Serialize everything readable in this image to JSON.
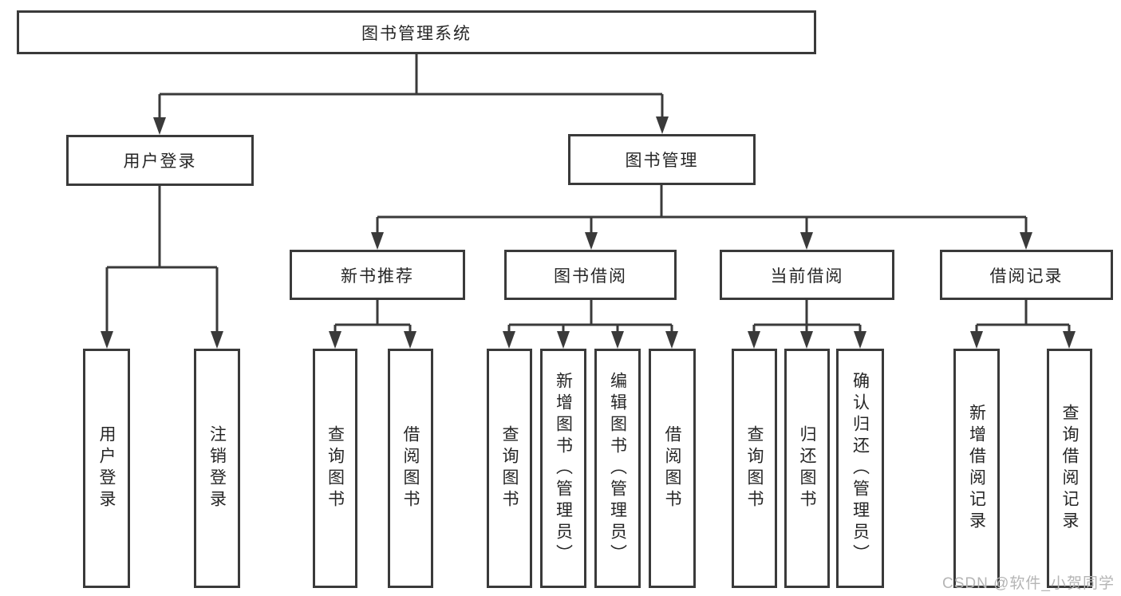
{
  "colors": {
    "line": "#3a3a3a",
    "text": "#262626",
    "background": "#ffffff",
    "watermark": "#b5b5b5"
  },
  "tree": {
    "root": {
      "label": "图书管理系统"
    },
    "level2": [
      {
        "label": "用户登录",
        "children": [
          {
            "label": "用户登录"
          },
          {
            "label": "注销登录"
          }
        ]
      },
      {
        "label": "图书管理",
        "children": [
          {
            "label": "新书推荐",
            "children": [
              {
                "label": "查询图书"
              },
              {
                "label": "借阅图书"
              }
            ]
          },
          {
            "label": "图书借阅",
            "children": [
              {
                "label": "查询图书"
              },
              {
                "label": "新增图书（管理员）"
              },
              {
                "label": "编辑图书（管理员）"
              },
              {
                "label": "借阅图书"
              }
            ]
          },
          {
            "label": "当前借阅",
            "children": [
              {
                "label": "查询图书"
              },
              {
                "label": "归还图书"
              },
              {
                "label": "确认归还（管理员）"
              }
            ]
          },
          {
            "label": "借阅记录",
            "children": [
              {
                "label": "新增借阅记录"
              },
              {
                "label": "查询借阅记录"
              }
            ]
          }
        ]
      }
    ]
  },
  "watermark": {
    "text": "CSDN @软件_小贺同学"
  }
}
